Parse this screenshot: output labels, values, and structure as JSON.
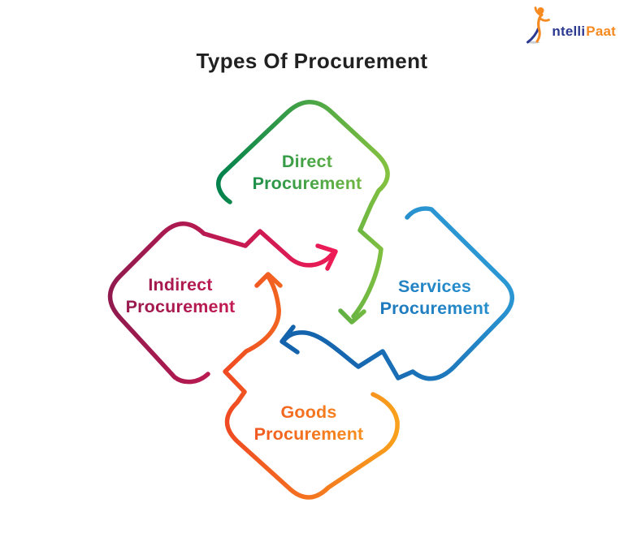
{
  "title": "Types Of Procurement",
  "logo": {
    "figure_icon": "dancer-icon",
    "text_blue": "ntelli",
    "text_orange": "Paat",
    "blue_color": "#2b3990",
    "orange_color": "#f6891f"
  },
  "diagram": {
    "flow": "clockwise",
    "nodes": [
      {
        "id": "direct",
        "position": "top",
        "label_line1": "Direct",
        "label_line2": "Procurement",
        "gradient_start": "#00814d",
        "gradient_end": "#8dc63f",
        "arrow_to": "services"
      },
      {
        "id": "services",
        "position": "right",
        "label_line1": "Services",
        "label_line2": "Procurement",
        "gradient_start": "#1463ad",
        "gradient_end": "#33a9e0",
        "arrow_to": "goods"
      },
      {
        "id": "goods",
        "position": "bottom",
        "label_line1": "Goods",
        "label_line2": "Procurement",
        "gradient_start": "#ef4523",
        "gradient_end": "#f9a21c",
        "arrow_to": "indirect"
      },
      {
        "id": "indirect",
        "position": "left",
        "label_line1": "Indirect",
        "label_line2": "Procurement",
        "gradient_start": "#8b1a4d",
        "gradient_end": "#ef1b56",
        "arrow_to": "direct"
      }
    ]
  }
}
